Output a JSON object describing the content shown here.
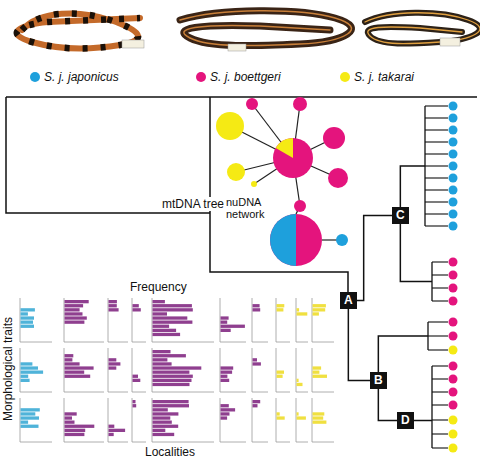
{
  "diagram": {
    "nodes": [
      {
        "text": [
          "A"
        ]
      },
      {
        "text": [
          "B"
        ]
      },
      {
        "text": [
          "C"
        ]
      },
      {
        "text": [
          "D"
        ]
      }
    ],
    "edges": [
      {
        "from": 0,
        "to": 2,
        "arrow": "none"
      },
      {
        "from": 0,
        "to": 1,
        "arrow": "none"
      },
      {
        "from": 1,
        "to": 3,
        "arrow": "none"
      }
    ],
    "labels": [
      "mtDNA tree",
      "nuDNA network",
      "Frequency",
      "Morphological traits",
      "Localities"
    ],
    "legend": [
      {
        "text": "S. j. japonicus",
        "color": "#1ea0dc"
      },
      {
        "text": "S. j. boettgeri",
        "color": "#e4147d"
      },
      {
        "text": "S. j. takarai",
        "color": "#f5ea14"
      }
    ]
  }
}
